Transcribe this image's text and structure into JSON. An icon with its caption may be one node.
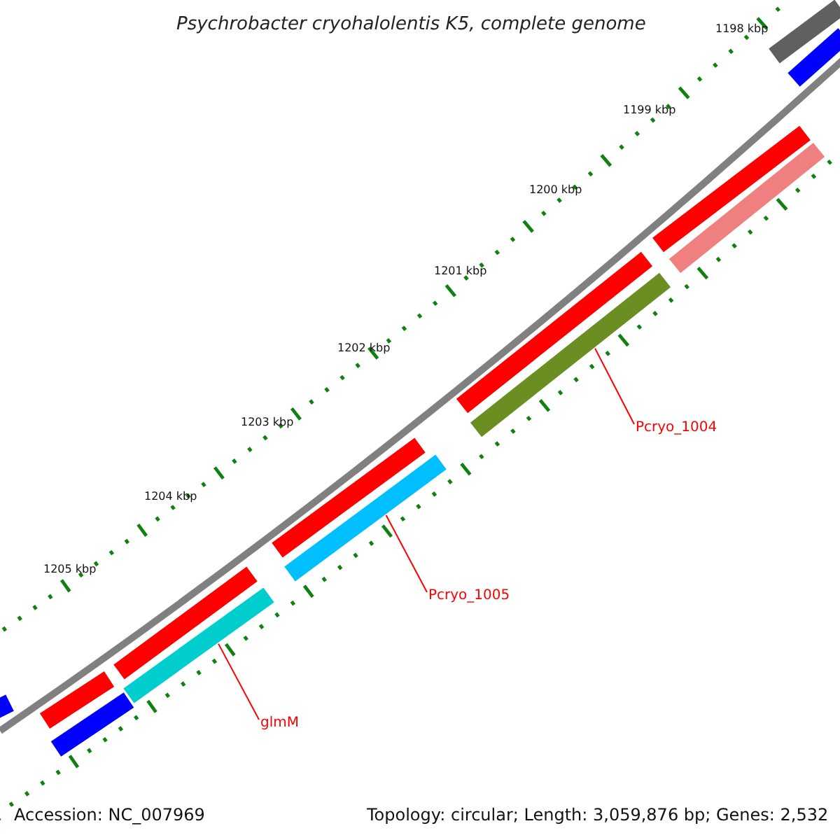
{
  "diagram": {
    "title": "Psychrobacter cryohalolentis K5, complete genome",
    "nodes": [
      {
        "text": [
          "Pcryo_1004"
        ]
      },
      {
        "text": [],
        "shape": "bar"
      },
      {
        "text": [
          "Pcryo_1005"
        ]
      },
      {
        "text": [],
        "shape": "bar"
      },
      {
        "text": [
          "glmM"
        ]
      },
      {
        "text": [],
        "shape": "bar"
      }
    ],
    "edges": [
      {
        "from": 0,
        "to": 1,
        "arrow": "none",
        "color": "#ff0000"
      },
      {
        "from": 2,
        "to": 3,
        "arrow": "none",
        "color": "#ff0000"
      },
      {
        "from": 4,
        "to": 5,
        "arrow": "none",
        "color": "#ff0000"
      }
    ],
    "labels": [
      "1198 kbp",
      "1199 kbp",
      "1200 kbp",
      "1201 kbp",
      "1202 kbp",
      "1203 kbp",
      "1204 kbp",
      "1205 kbp",
      "Accession: NC_007969",
      "Topology: circular; Length: 3,059,876 bp; Genes: 2,532"
    ]
  }
}
